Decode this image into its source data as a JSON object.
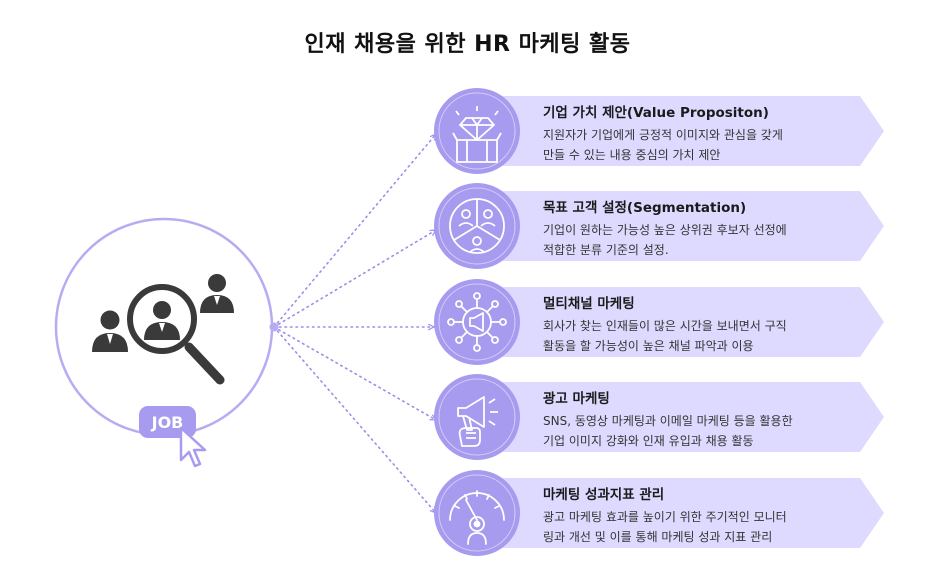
{
  "title": "인재 채용을 위한 HR 마케팅 활동",
  "left_badge": "JOB",
  "colors": {
    "banner": "#dedaff",
    "circle": "#a79bf0",
    "circle_ring": "#9f93ea",
    "big_circle_stroke": "#b7acf3",
    "connector": "#9b8ee8",
    "icon": "#ffffff",
    "person": "#3a3a3a"
  },
  "items": [
    {
      "title": "기업 가치 제안(Value Propositon)",
      "desc": [
        "지원자가 기업에게 긍정적 이미지와 관심을 갖게",
        "만들 수 있는 내용 중심의 가치 제안"
      ],
      "icon": "gift-box-diamond-icon"
    },
    {
      "title": "목표 고객 설정(Segmentation)",
      "desc": [
        "기업이 원하는 가능성 높은 상위권 후보자 선정에",
        "적합한 분류 기준의 설정."
      ],
      "icon": "segmented-people-icon"
    },
    {
      "title": "멀티채널 마케팅",
      "desc": [
        "회사가 찾는 인재들이 많은 시간을 보내면서 구직",
        "활동을 할 가능성이 높은 채널 파악과 이용"
      ],
      "icon": "megaphone-network-icon"
    },
    {
      "title": "광고 마케팅",
      "desc": [
        "SNS, 동영상 마케팅과 이메일 마케팅 등을 활용한",
        "기업 이미지 강화와 인재 유입과 채용 활동"
      ],
      "icon": "hand-megaphone-icon"
    },
    {
      "title": "마케팅 성과지표 관리",
      "desc": [
        "광고 마케팅 효과를 높이기 위한 주기적인 모니터",
        "링과 개선 및 이를 통해 마케팅 성과 지표 관리"
      ],
      "icon": "gauge-icon"
    }
  ]
}
